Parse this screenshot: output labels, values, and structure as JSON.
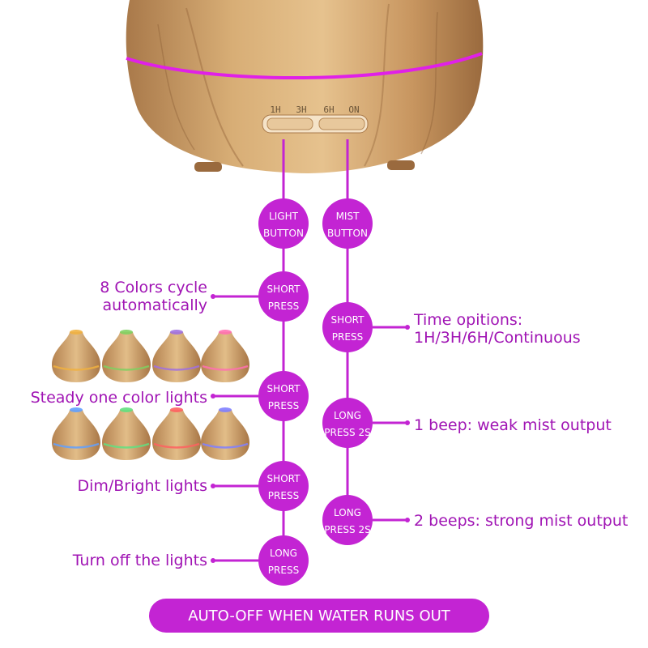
{
  "device": {
    "timer_labels": [
      "1H",
      "3H",
      "6H",
      "ON"
    ],
    "ring_color": "#e020e8",
    "wood_color": "#d2a66c"
  },
  "colors": {
    "accent": "#c324d3",
    "text": "#a014b4",
    "node_text": "#ffffff"
  },
  "light_chain": {
    "button": [
      "LIGHT",
      "BUTTON"
    ],
    "steps": [
      {
        "lines": [
          "SHORT",
          "PRESS"
        ],
        "label": "8 Colors cycle|automatically"
      },
      {
        "lines": [
          "SHORT",
          "PRESS"
        ],
        "label": "Steady one color lights"
      },
      {
        "lines": [
          "SHORT",
          "PRESS"
        ],
        "label": "Dim/Bright lights"
      },
      {
        "lines": [
          "LONG",
          "PRESS"
        ],
        "label": "Turn off the lights"
      }
    ]
  },
  "mist_chain": {
    "button": [
      "MIST",
      "BUTTON"
    ],
    "steps": [
      {
        "lines": [
          "SHORT",
          "PRESS"
        ],
        "label": "Time opitions:|1H/3H/6H/Continuous"
      },
      {
        "lines": [
          "LONG",
          "PRESS 2S"
        ],
        "label": "1 beep: weak mist output"
      },
      {
        "lines": [
          "LONG",
          "PRESS 2S"
        ],
        "label": "2 beeps: strong mist output"
      }
    ]
  },
  "mini_diffuser_glows": [
    "#f0b040",
    "#7fd060",
    "#a070e0",
    "#ff70b0",
    "#60a0ff",
    "#60e080",
    "#ff6060",
    "#8080ff"
  ],
  "banner": {
    "text": "AUTO-OFF WHEN WATER RUNS OUT"
  }
}
